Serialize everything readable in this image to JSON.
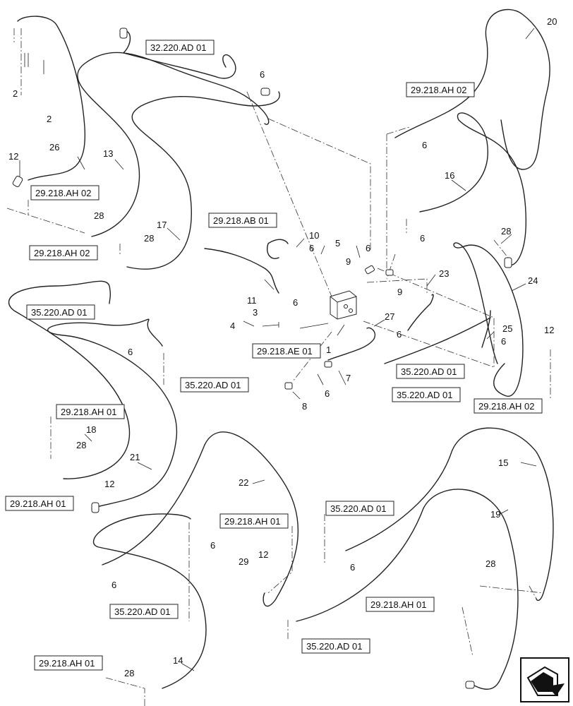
{
  "callouts": [
    "1",
    "2",
    "2",
    "3",
    "4",
    "5",
    "6",
    "6",
    "6",
    "6",
    "6",
    "6",
    "6",
    "6",
    "6",
    "6",
    "6",
    "6",
    "7",
    "8",
    "9",
    "9",
    "10",
    "11",
    "12",
    "12",
    "12",
    "12",
    "13",
    "14",
    "15",
    "16",
    "17",
    "18",
    "19",
    "20",
    "21",
    "22",
    "23",
    "24",
    "25",
    "26",
    "27",
    "28",
    "28",
    "28",
    "28",
    "28",
    "28",
    "29"
  ],
  "references": [
    "32.220.AD 01",
    "29.218.AH 02",
    "29.218.AH 02",
    "29.218.AH 02",
    "29.218.AB 01",
    "29.218.AE 01",
    "35.220.AD 01",
    "35.220.AD 01",
    "35.220.AD 01",
    "35.220.AD 01",
    "35.220.AD 01",
    "35.220.AD 01",
    "35.220.AD 01",
    "29.218.AH 02",
    "29.218.AH 01",
    "29.218.AH 01",
    "29.218.AH 01",
    "29.218.AH 01",
    "29.218.AH 01"
  ],
  "nav_icon": "next-page-arrow-icon"
}
